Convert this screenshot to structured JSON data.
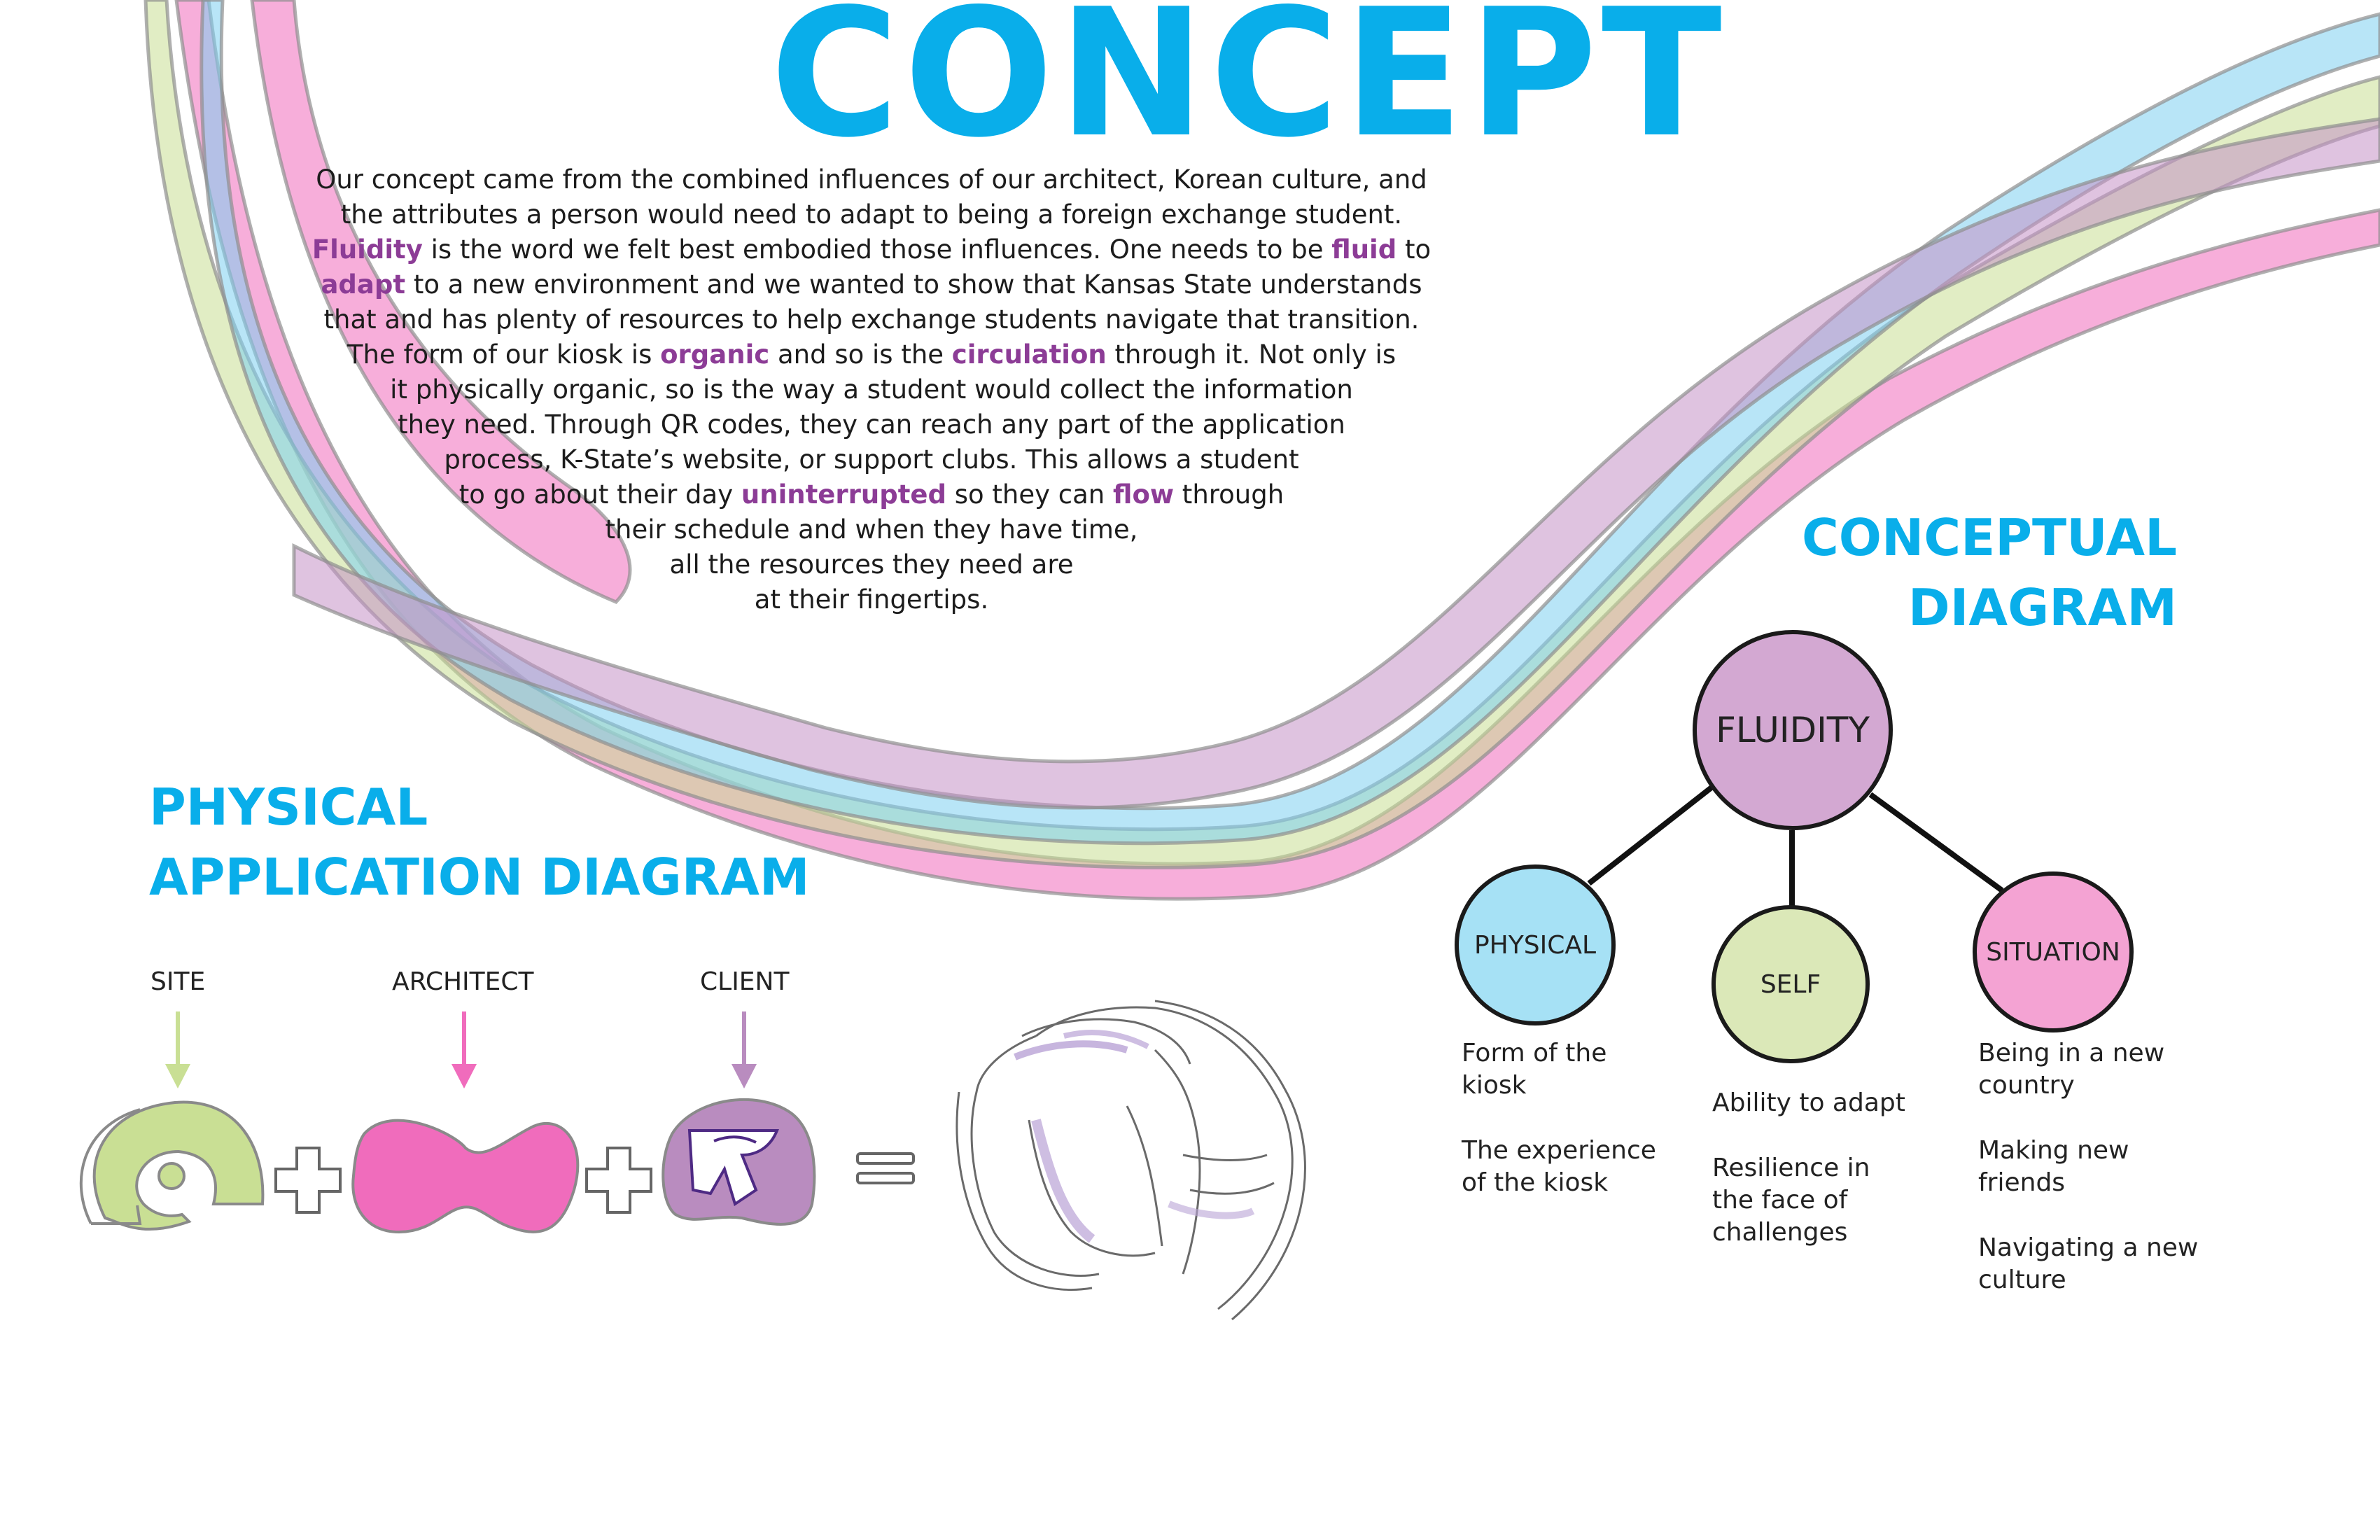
{
  "title": "CONCEPT",
  "intro": {
    "lines": [
      [
        {
          "t": "Our concept came from the combined influences of our architect, Korean culture, and"
        }
      ],
      [
        {
          "t": "the attributes a person would need to adapt to being a foreign exchange student."
        }
      ],
      [
        {
          "t": "Fluidity",
          "kw": true
        },
        {
          "t": " is the word we felt best embodied those influences. One needs to be "
        },
        {
          "t": "fluid",
          "kw": true
        },
        {
          "t": " to"
        }
      ],
      [
        {
          "t": "adapt",
          "kw": true
        },
        {
          "t": " to a new environment and we wanted to show that Kansas State understands"
        }
      ],
      [
        {
          "t": "that and has plenty of resources to help exchange students navigate that transition."
        }
      ],
      [
        {
          "t": "The form of our kiosk is "
        },
        {
          "t": "organic",
          "kw": true
        },
        {
          "t": " and so is the "
        },
        {
          "t": "circulation",
          "kw": true
        },
        {
          "t": " through it.  Not only is"
        }
      ],
      [
        {
          "t": "it physically organic, so is the way a student would collect the information"
        }
      ],
      [
        {
          "t": "they need.  Through QR codes, they can reach any part of the application"
        }
      ],
      [
        {
          "t": "process, K-State’s website, or support clubs.  This allows a student"
        }
      ],
      [
        {
          "t": "to go about their day "
        },
        {
          "t": "uninterrupted",
          "kw": true
        },
        {
          "t": " so they can "
        },
        {
          "t": "flow",
          "kw": true
        },
        {
          "t": " through"
        }
      ],
      [
        {
          "t": "their schedule and when they have time,"
        }
      ],
      [
        {
          "t": "all the resources they need are"
        }
      ],
      [
        {
          "t": "at their fingertips."
        }
      ]
    ]
  },
  "conceptual_diagram": {
    "heading_line1": "CONCEPTUAL",
    "heading_line2": "DIAGRAM",
    "center": "FLUIDITY",
    "nodes": {
      "physical": {
        "label": "PHYSICAL",
        "color": "#a6e1f5",
        "items": [
          "Form of the\nkiosk",
          "The experience\nof the kiosk"
        ]
      },
      "self": {
        "label": "SELF",
        "color": "#dbe8b8",
        "items": [
          "Ability to adapt",
          "Resilience in\nthe face of\nchallenges"
        ]
      },
      "situation": {
        "label": "SITUATION",
        "color": "#f4a3d3",
        "items": [
          "Being in a new\ncountry",
          "Making new\nfriends",
          "Navigating a new\nculture"
        ]
      }
    },
    "center_color": "#d3a8d2"
  },
  "physical_diagram": {
    "heading_line1": "PHYSICAL",
    "heading_line2": "APPLICATION DIAGRAM",
    "labels": {
      "site": "SITE",
      "architect": "ARCHITECT",
      "client": "CLIENT"
    },
    "colors": {
      "site": "#c9df94",
      "architect": "#f06cbc",
      "client": "#b98cbf",
      "accent": "#09aeea",
      "keyword": "#8c3c96"
    }
  }
}
